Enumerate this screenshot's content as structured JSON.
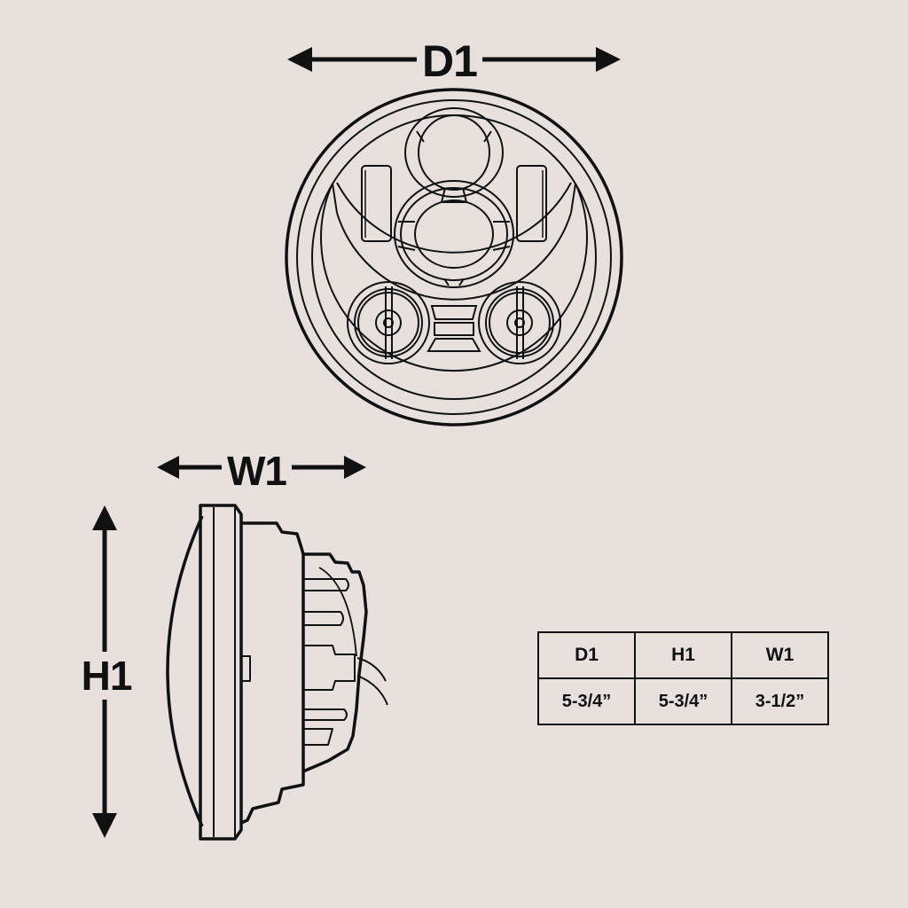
{
  "diagram": {
    "subject": "round LED headlight dimension drawing",
    "colors": {
      "background": "#e7e0dd",
      "line": "#111111"
    },
    "views": {
      "front": {
        "dimension_label": "D1"
      },
      "side": {
        "width_label": "W1",
        "height_label": "H1"
      }
    },
    "spec_table": {
      "headers": [
        "D1",
        "H1",
        "W1"
      ],
      "values": [
        "5-3/4”",
        "5-3/4”",
        "3-1/2”"
      ]
    }
  }
}
